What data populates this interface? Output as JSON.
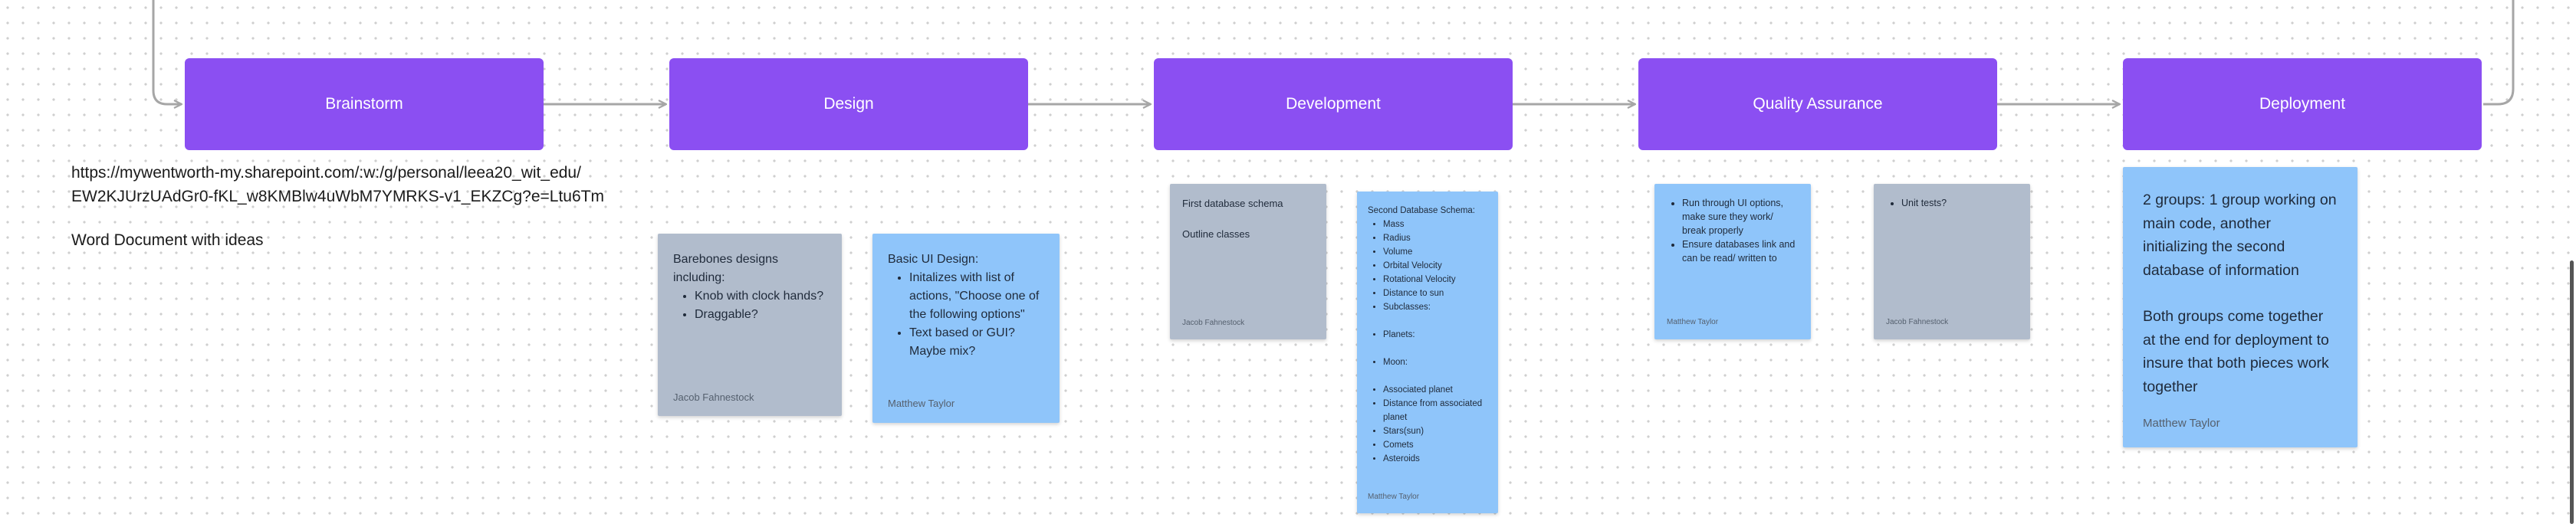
{
  "stages": [
    {
      "label": "Brainstorm"
    },
    {
      "label": "Design"
    },
    {
      "label": "Development"
    },
    {
      "label": "Quality Assurance"
    },
    {
      "label": "Deployment"
    }
  ],
  "link_text": {
    "line1": "https://mywentworth-my.sharepoint.com/:w:/g/personal/leea20_wit_edu/",
    "line2": "EW2KJUrzUAdGr0-fKL_w8KMBlw4uWbM7YMRKS-v1_EKZCg?e=Ltu6Tm",
    "caption": "Word Document with ideas"
  },
  "notes": {
    "barebones": {
      "intro": "Barebones designs including:",
      "items": [
        "Knob with clock hands?",
        "Draggable?"
      ],
      "author": "Jacob Fahnestock"
    },
    "ui_design": {
      "intro": "Basic UI Design:",
      "items": [
        "Initalizes with list of actions, \"Choose one of the following options\"",
        "Text based or GUI? Maybe mix?"
      ],
      "author": "Matthew Taylor"
    },
    "first_schema": {
      "line1": "First database schema",
      "line2": "Outline classes",
      "author": "Jacob Fahnestock"
    },
    "second_schema": {
      "intro": "Second Database Schema:",
      "items": [
        "Mass",
        "Radius",
        "Volume",
        "Orbital Velocity",
        "Rotational Velocity",
        "Distance to sun",
        "Subclasses:",
        "",
        "Planets:",
        "",
        "Moon:",
        "",
        "Associated planet",
        "Distance from associated planet",
        "Stars(sun)",
        "Comets",
        "Asteroids"
      ],
      "author": "Matthew Taylor"
    },
    "qa_run": {
      "items": [
        "Run through UI options, make sure they work/ break properly",
        "Ensure databases link and can be read/ written to"
      ],
      "author": "Matthew Taylor"
    },
    "unit_tests": {
      "items": [
        "Unit tests?"
      ],
      "author": "Jacob Fahnestock"
    },
    "deployment": {
      "para1": "2 groups: 1 group working on main code, another initializing the second database of information",
      "para2": "Both groups come together at the end for deployment to insure that both pieces work together",
      "author": "Matthew Taylor"
    }
  },
  "colors": {
    "stage": "#8b4ff2",
    "note_gray": "#b1bccc",
    "note_blue": "#8fc5fa",
    "connector": "#a6a6a6"
  }
}
